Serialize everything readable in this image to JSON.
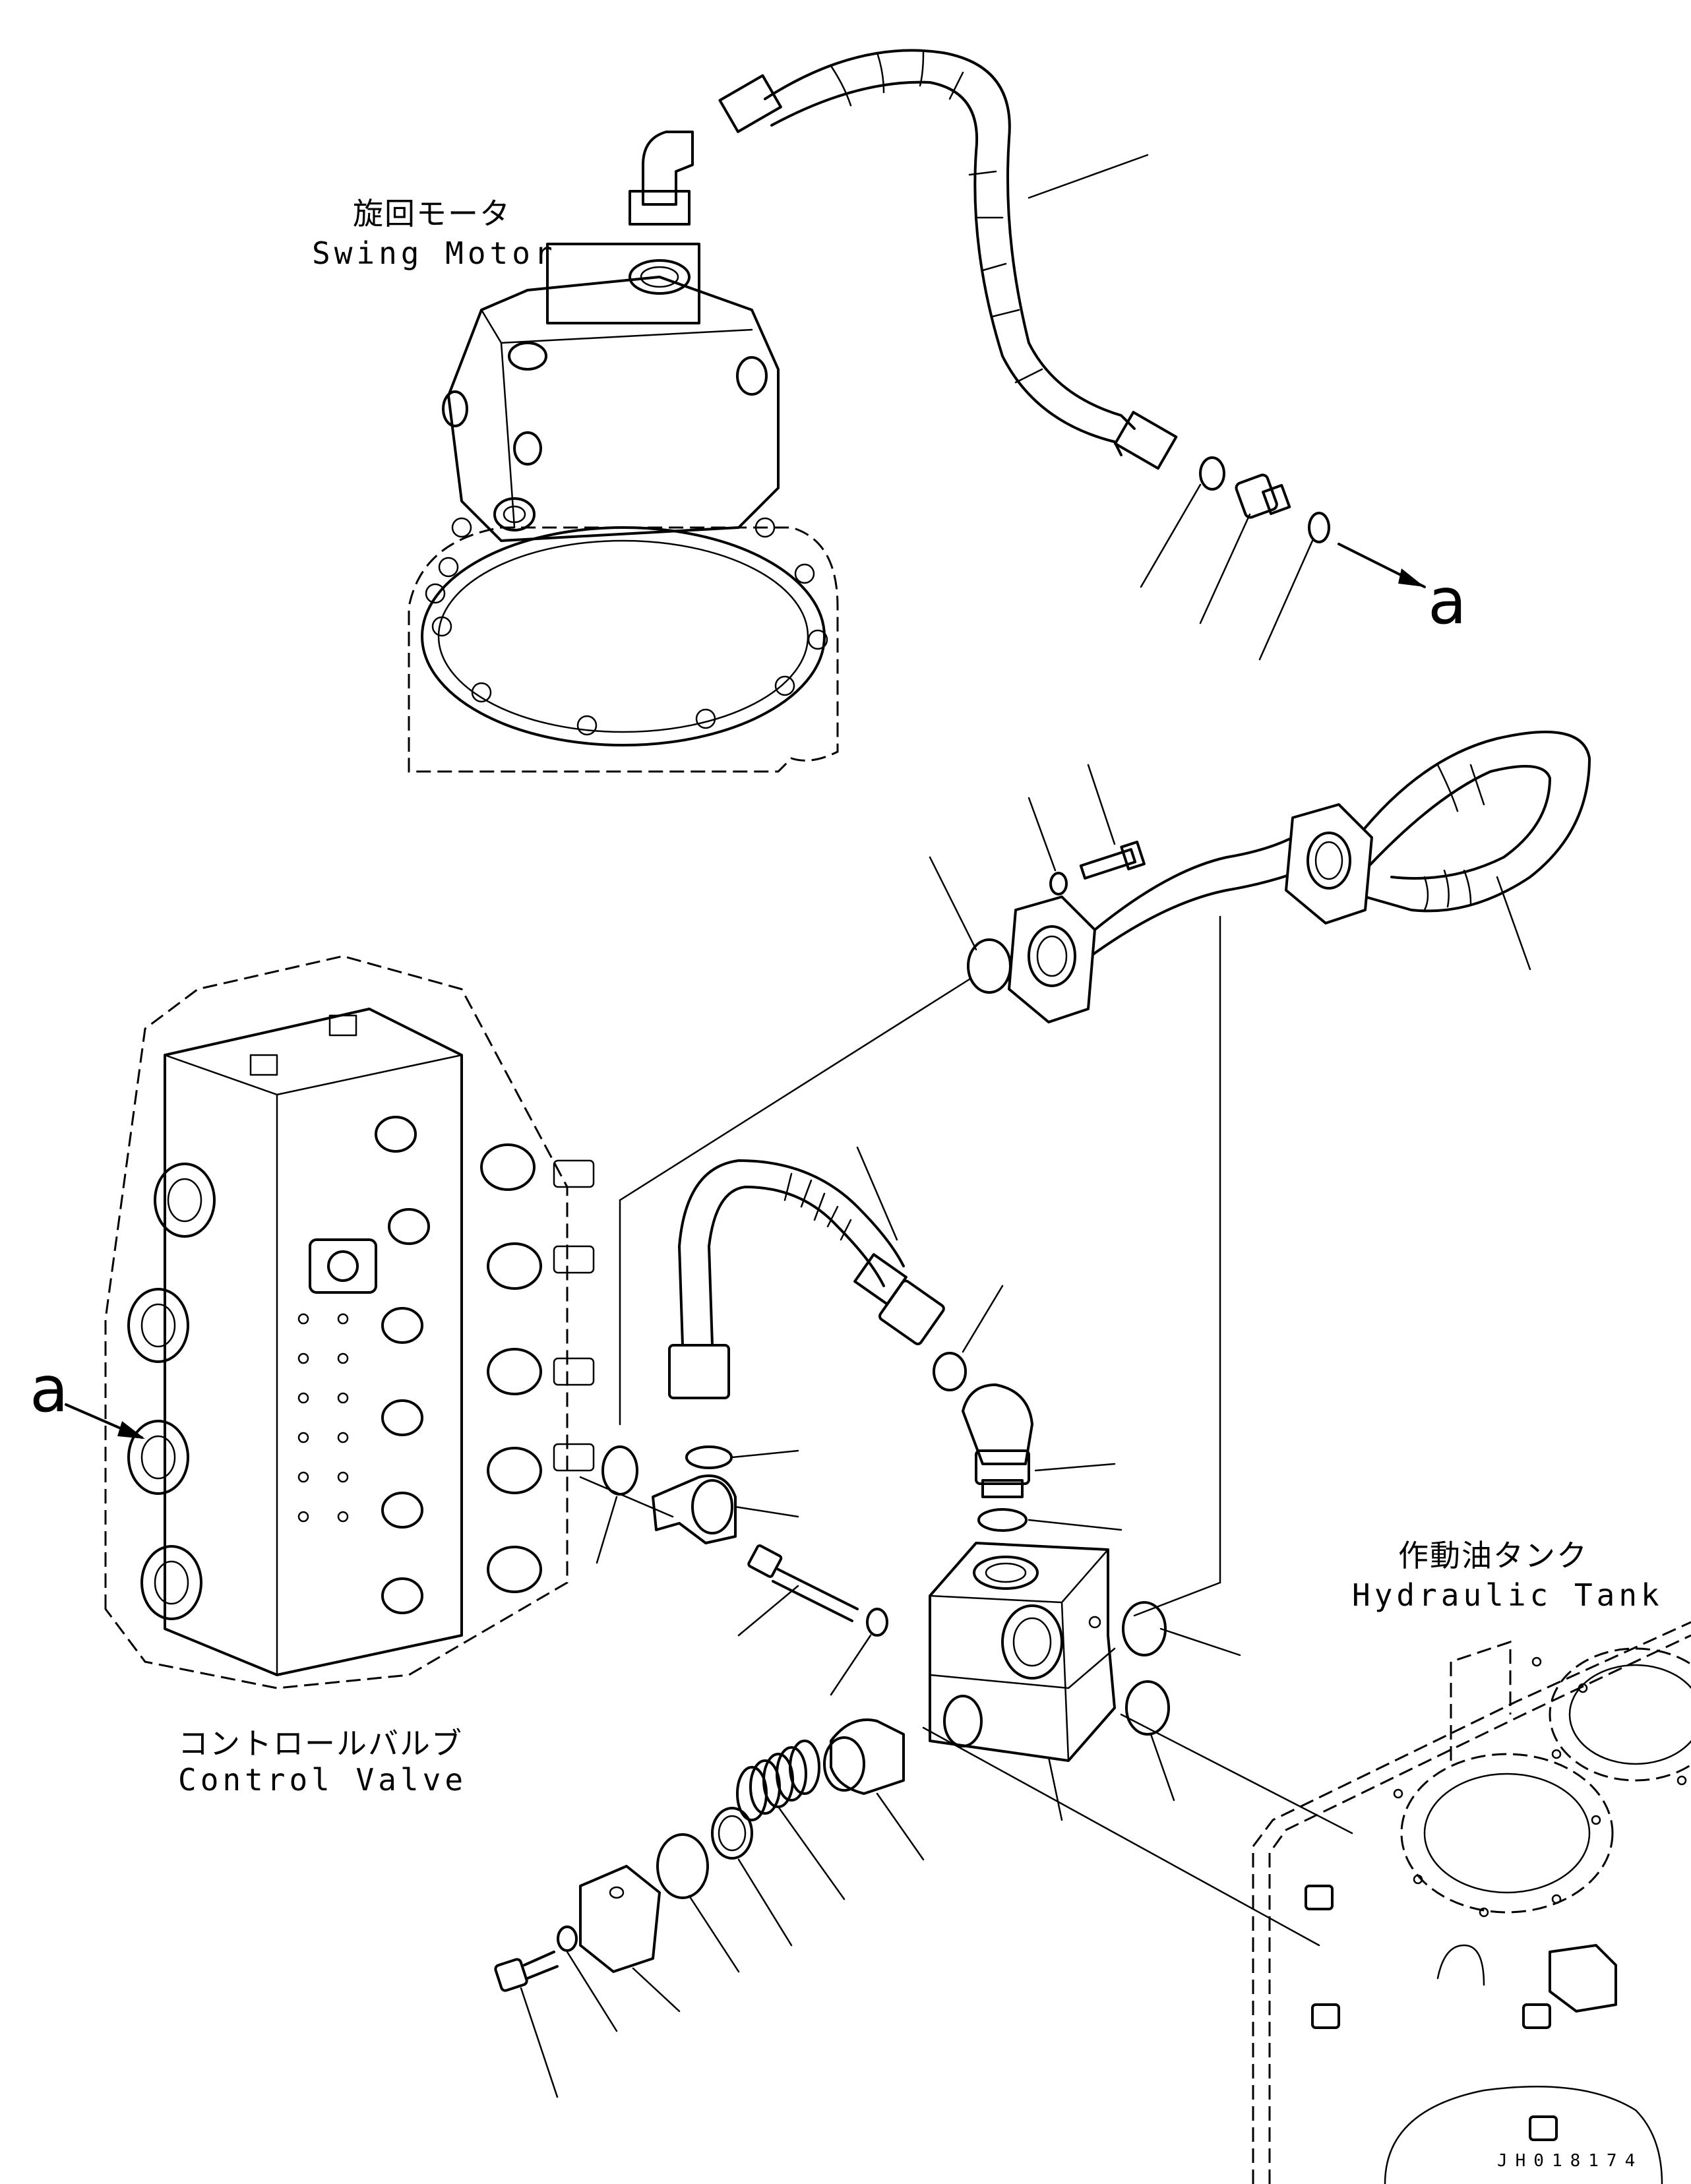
{
  "labels": {
    "swing_motor_jp": "旋回モータ",
    "swing_motor_en": "Swing Motor",
    "control_valve_jp": "コントロールバルブ",
    "control_valve_en": "Control Valve",
    "hydraulic_tank_jp": "作動油タンク",
    "hydraulic_tank_en": "Hydraulic Tank",
    "ref_a_top": "a",
    "ref_a_left": "a",
    "drawing_code": "JH018174"
  }
}
